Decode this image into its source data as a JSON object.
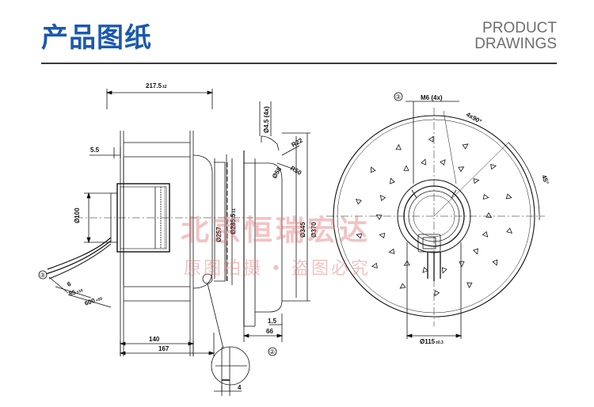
{
  "header": {
    "title": "产品图纸",
    "subtitle_line1": "PRODUCT",
    "subtitle_line2": "DRAWINGS",
    "accent_color": "#1a59b0"
  },
  "watermark": {
    "line1": "北京恒瑞宏达",
    "line2": "原图拍摄 • 盗图必究",
    "color": "#e27b7b"
  },
  "dimensions": {
    "overall_width": "217.5",
    "overall_width_tol": "±2",
    "offset_top": "5.5",
    "hub_dia": "Ø100",
    "inlet_dia": "Ø257",
    "impeller_dia": "Ø285.5",
    "impeller_dia_tol": "±1",
    "hole_dia": "Ø4.5 (4x)",
    "radius_1": "R22",
    "radius_2": "R50",
    "angle_label": "Ø58",
    "ring_dia_1": "Ø345",
    "ring_dia_2": "Ø370",
    "depth_1": "140",
    "depth_2": "167",
    "flange_thk": "1.5",
    "flange_w": "66",
    "cable_a": "6",
    "cable_b": "85",
    "cable_b_tol": "±10",
    "cable_c": "600",
    "cable_c_tol": "+50",
    "detail_w": "4",
    "thread": "M6 (4x)",
    "bolt_angle": "4x90°",
    "tilt_angle": "45°",
    "pcd": "Ø115",
    "pcd_tol": "±0.3",
    "callout_3": "③",
    "callout_2": "②"
  }
}
